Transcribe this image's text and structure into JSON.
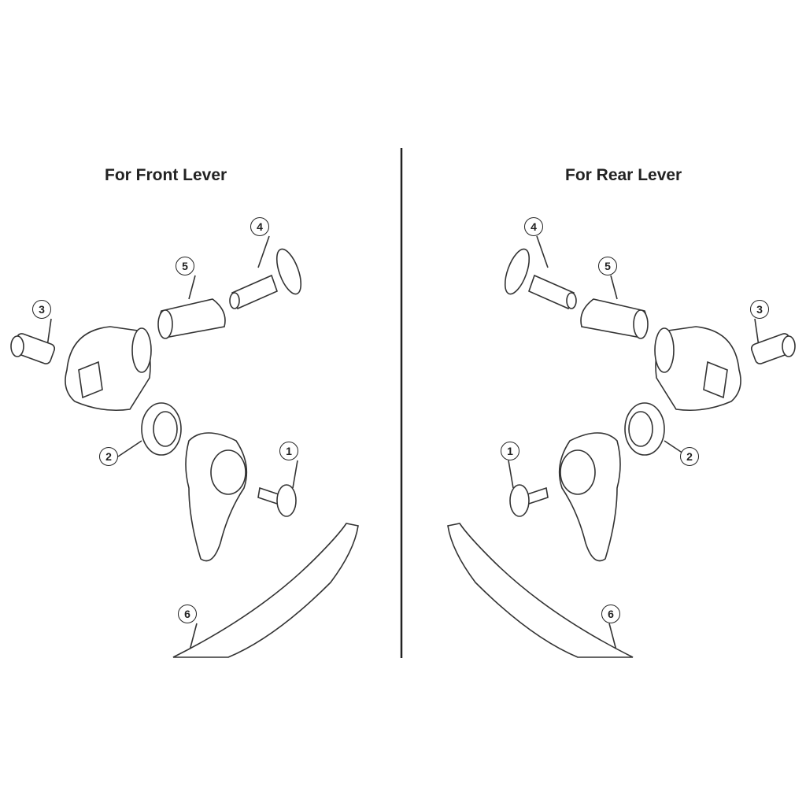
{
  "left": {
    "title": "For Front Lever",
    "callouts": [
      "1",
      "2",
      "3",
      "4",
      "5",
      "6"
    ]
  },
  "right": {
    "title": "For Rear Lever",
    "callouts": [
      "1",
      "2",
      "3",
      "4",
      "5",
      "6"
    ]
  }
}
